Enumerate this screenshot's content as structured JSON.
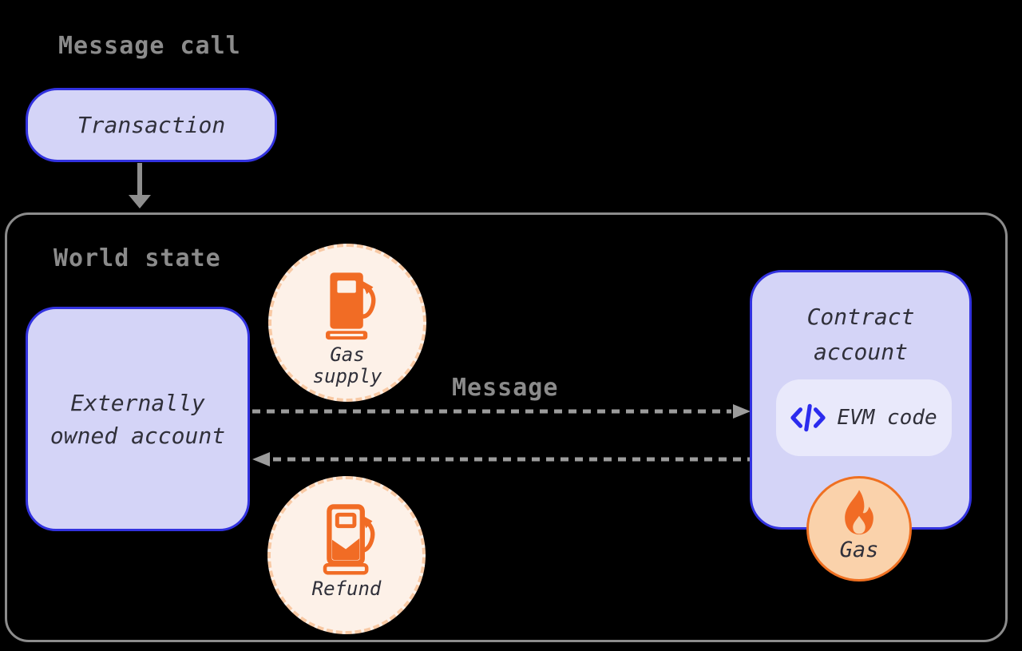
{
  "title": "Message call",
  "nodes": {
    "transaction": {
      "label": "Transaction"
    },
    "world_state": {
      "label": "World state"
    },
    "eoa": {
      "line1": "Externally",
      "line2": "owned account"
    },
    "contract": {
      "line1": "Contract",
      "line2": "account"
    },
    "evm": {
      "label": "EVM code"
    },
    "gas_supply": {
      "line1": "Gas",
      "line2": "supply"
    },
    "refund": {
      "label": "Refund"
    },
    "gas": {
      "label": "Gas"
    }
  },
  "edges": {
    "transaction_to_world_state": {
      "type": "solid-down-arrow"
    },
    "message": {
      "label": "Message",
      "direction": "eoa-to-contract",
      "style": "dashed"
    },
    "return": {
      "label": "",
      "direction": "contract-to-eoa",
      "style": "dashed"
    }
  },
  "icons": {
    "gas_supply": "gas-pump-icon",
    "refund": "gas-pump-refund-icon",
    "gas": "flame-icon",
    "evm": "code-icon"
  },
  "colors": {
    "background": "#000000",
    "node_fill": "#d4d4f7",
    "node_border": "#3232df",
    "evm_box_fill": "#e9e9fb",
    "heading_gray": "#8b8b8b",
    "container_border": "#8c8c8c",
    "arrow_gray": "#9c9c9c",
    "text_dark": "#30303a",
    "circle_fill": "#fdf1e8",
    "circle_dash": "#f8c9a4",
    "orange": "#f16c25",
    "gas_circle_fill": "#fad2ab",
    "gas_circle_border": "#ef7021",
    "code_icon_blue": "#2b2bee"
  }
}
